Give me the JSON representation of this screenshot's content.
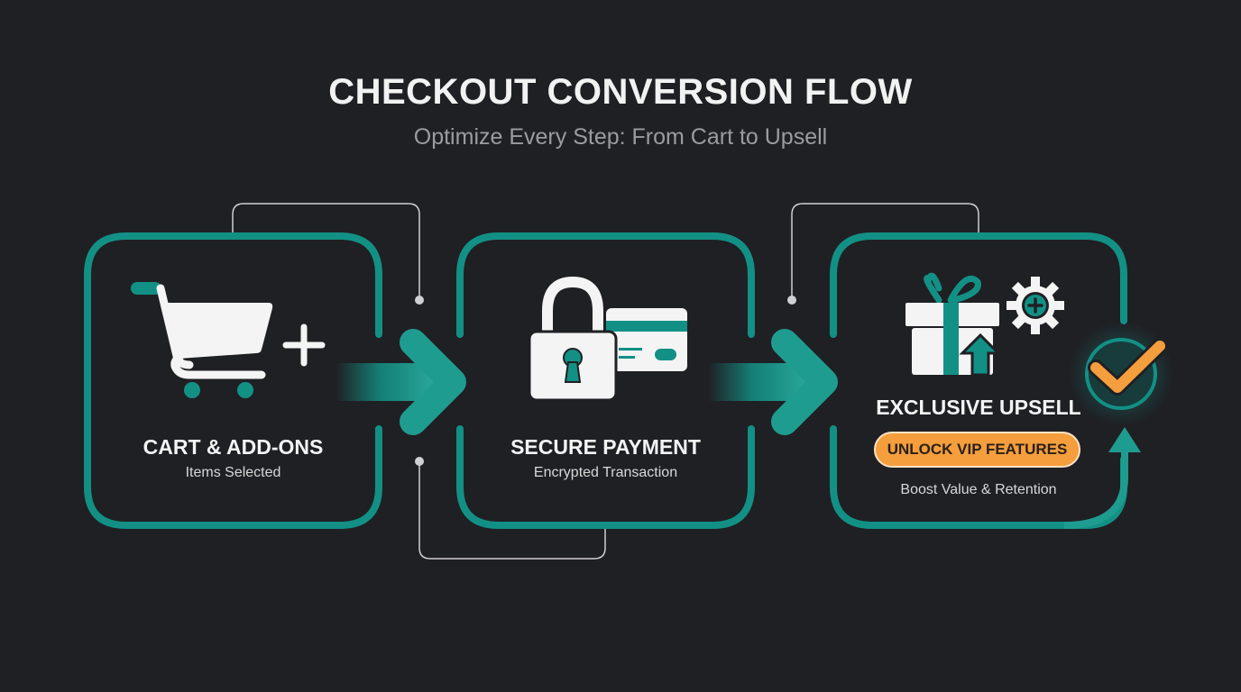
{
  "header": {
    "title": "CHECKOUT CONVERSION FLOW",
    "subtitle": "Optimize Every Step: From Cart to Upsell"
  },
  "steps": [
    {
      "title": "CART & ADD-ONS",
      "subtitle": "Items Selected",
      "icon": "shopping-cart-plus-icon"
    },
    {
      "title": "SECURE PAYMENT",
      "subtitle": "Encrypted Transaction",
      "icon": "lock-credit-card-icon"
    },
    {
      "title": "EXCLUSIVE UPSELL",
      "subtitle": "Boost Value & Retention",
      "icon": "gift-upgrade-gear-icon",
      "cta_label": "UNLOCK VIP FEATURES"
    }
  ],
  "colors": {
    "background": "#1f2024",
    "teal": "#139085",
    "orange": "#f59e3d",
    "white": "#f4f4f4",
    "connector": "#d0d0d4"
  }
}
